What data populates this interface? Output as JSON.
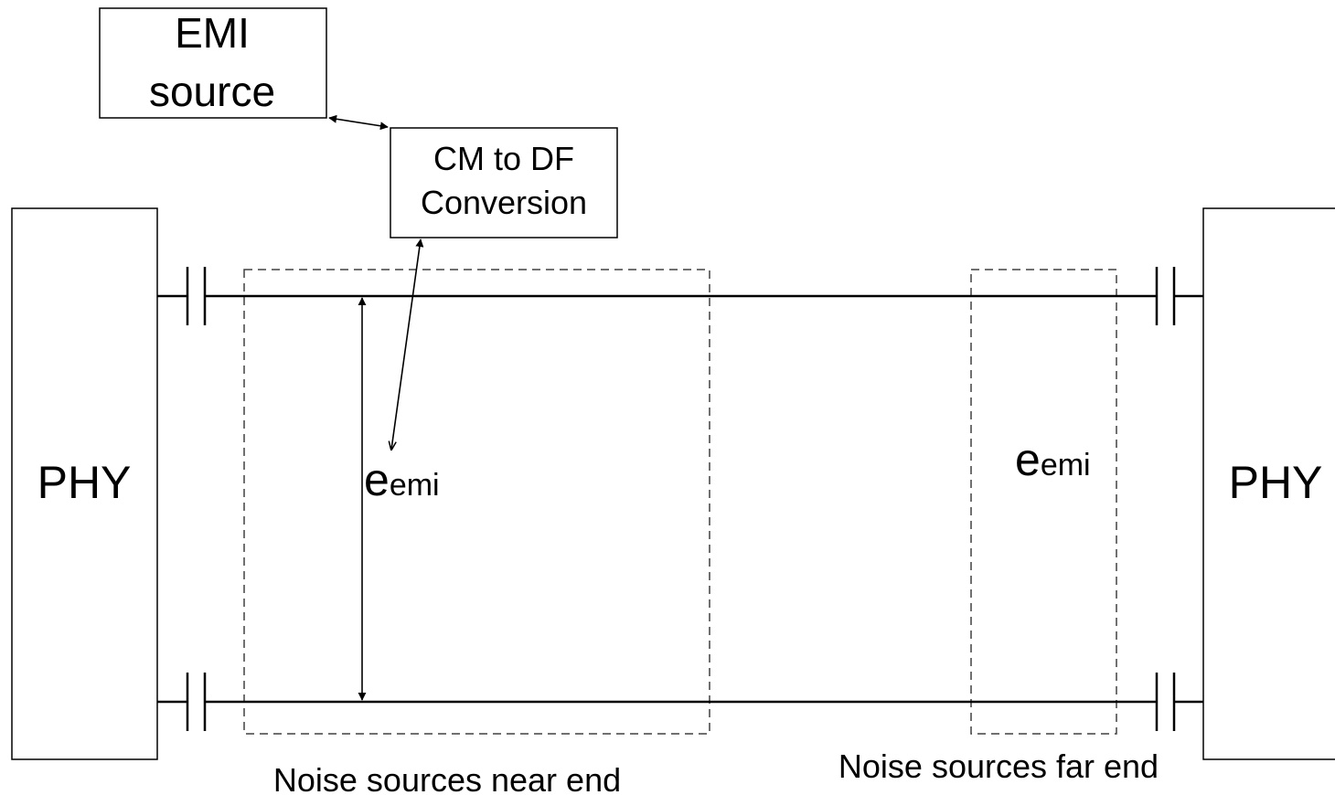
{
  "emi_source": {
    "line1": "EMI",
    "line2": "source"
  },
  "converter": {
    "line1": "CM to DF",
    "line2": "Conversion"
  },
  "phy_left": "PHY",
  "phy_right": "PHY",
  "near": {
    "e": "e",
    "sub": "emi",
    "caption": "Noise sources near end"
  },
  "far": {
    "e": "e",
    "sub": "emi",
    "caption": "Noise sources far end"
  }
}
